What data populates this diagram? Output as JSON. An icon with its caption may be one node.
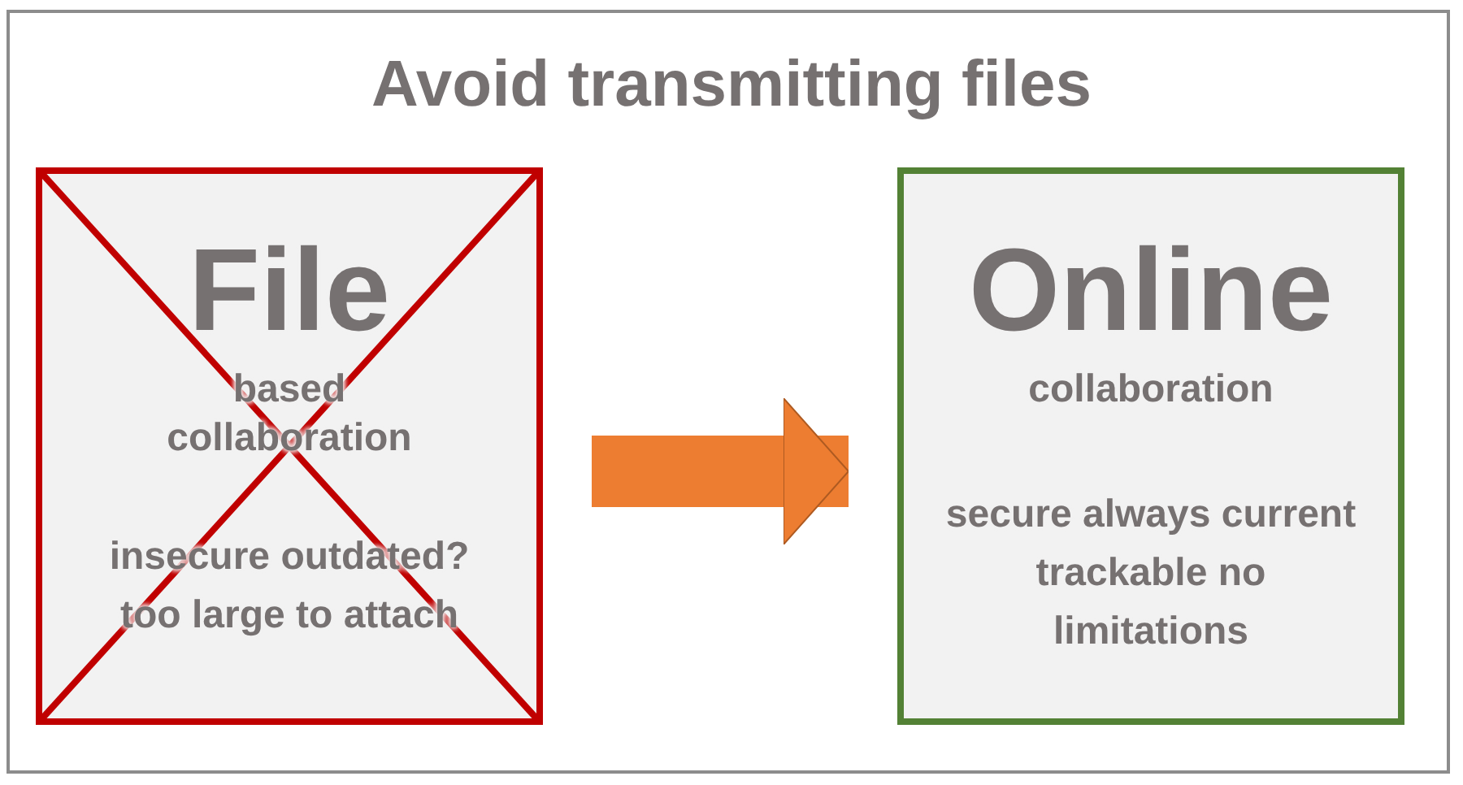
{
  "diagram": {
    "title": "Avoid transmitting files",
    "nodes": [
      {
        "text": [
          "File",
          "based collaboration",
          "insecure outdated? too large to attach"
        ]
      },
      {
        "text": [
          "Online",
          "collaboration",
          "secure always current trackable no limitations"
        ]
      }
    ],
    "edges": [
      {
        "from": 0,
        "to": 1,
        "arrow": "to",
        "color": "#ed7d31"
      }
    ]
  }
}
